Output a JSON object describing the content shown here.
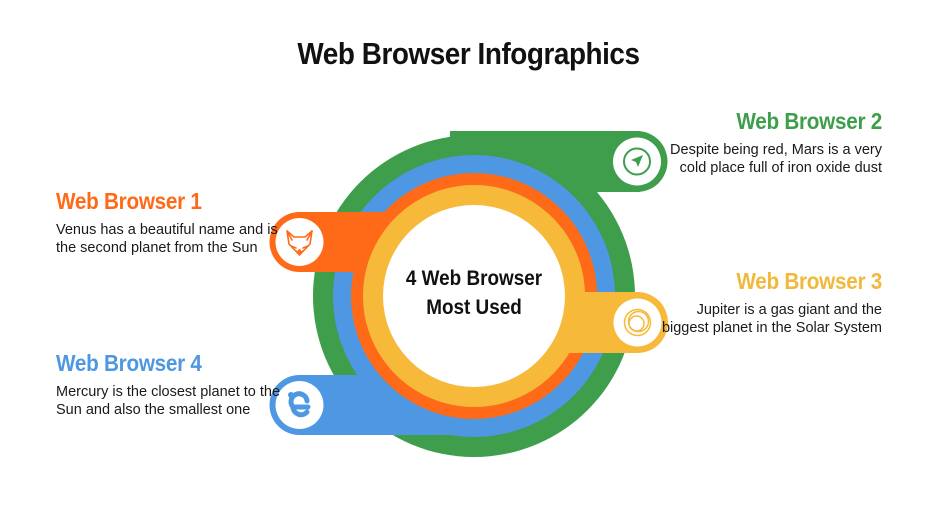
{
  "title": "Web Browser Infographics",
  "center": {
    "line1": "4 Web Browser",
    "line2": "Most Used"
  },
  "colors": {
    "browser1": "#ff6a19",
    "browser2": "#3e9e4c",
    "browser3": "#f7b93a",
    "browser4": "#4d97e3"
  },
  "browsers": [
    {
      "heading": "Web Browser 1",
      "text": "Venus has a beautiful name and is the second planet from the Sun",
      "icon": "fox-icon"
    },
    {
      "heading": "Web Browser 2",
      "text": "Despite being red, Mars is a very cold place full of iron oxide dust",
      "icon": "compass-icon"
    },
    {
      "heading": "Web Browser 3",
      "text": "Jupiter is a gas giant and the biggest planet in the Solar System",
      "icon": "swirl-icon"
    },
    {
      "heading": "Web Browser 4",
      "text": "Mercury is the closest planet to the Sun and also the smallest one",
      "icon": "edge-e-icon"
    }
  ]
}
